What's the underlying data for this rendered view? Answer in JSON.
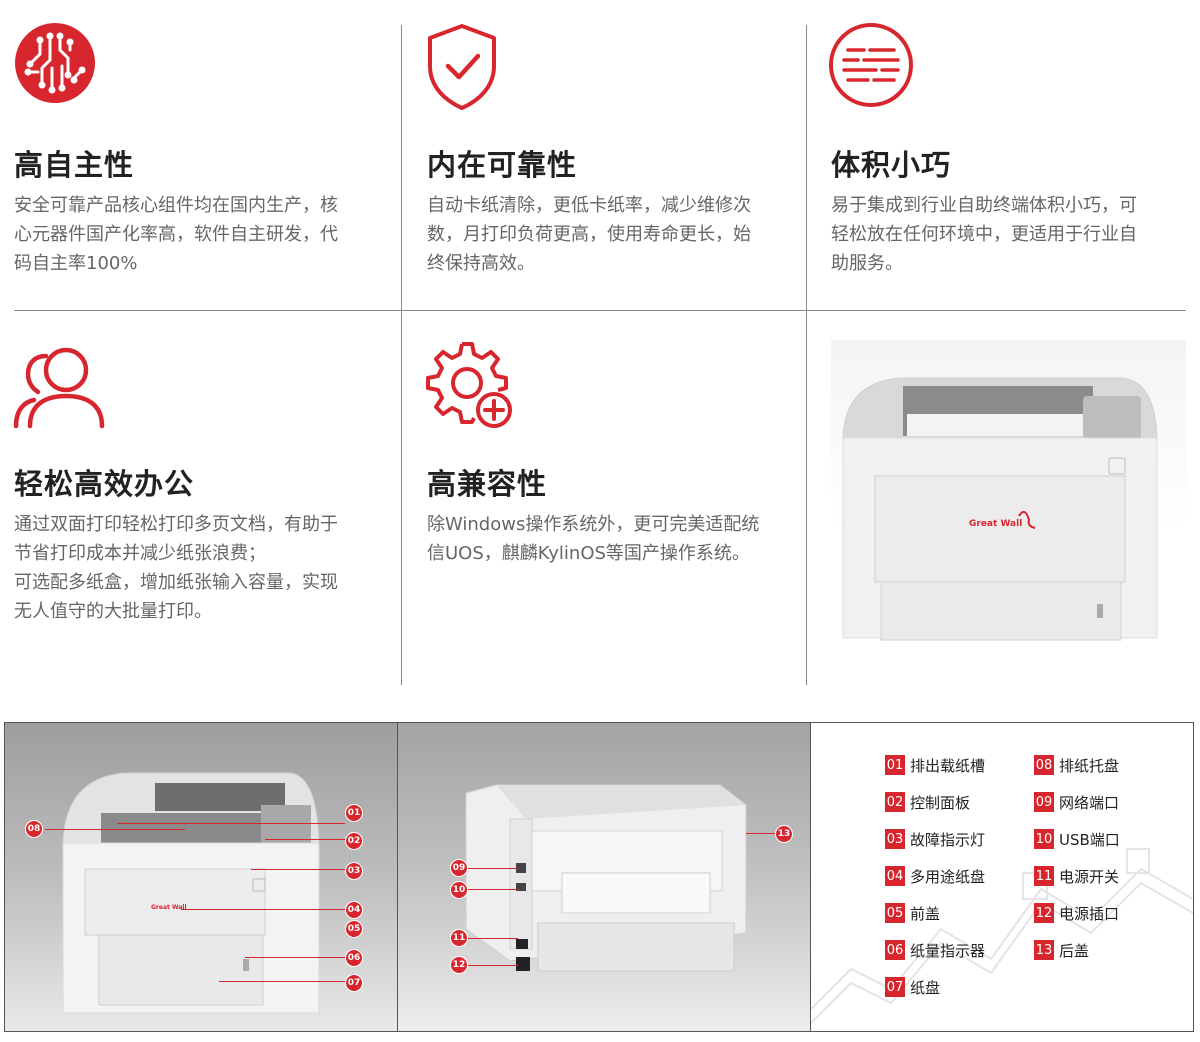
{
  "features": [
    {
      "title": "高自主性",
      "icon": "circuit-icon",
      "lines": [
        "安全可靠产品核心组件均在国内生产，核",
        "心元器件国产化率高，软件自主研发，代",
        "码自主率100%"
      ]
    },
    {
      "title": "内在可靠性",
      "icon": "shield-check-icon",
      "lines": [
        "自动卡纸清除，更低卡纸率，减少维修次",
        "数，月打印负荷更高，使用寿命更长，始",
        "终保持高效。"
      ]
    },
    {
      "title": "体积小巧",
      "icon": "compact-lines-icon",
      "lines": [
        "易于集成到行业自助终端体积小巧，可",
        "轻松放在任何环境中，更适用于行业自",
        "助服务。"
      ]
    },
    {
      "title": "轻松高效办公",
      "icon": "users-icon",
      "lines": [
        "通过双面打印轻松打印多页文档，有助于",
        "节省打印成本并减少纸张浪费；",
        "可选配多纸盒，增加纸张输入容量，实现",
        "无人值守的大批量打印。"
      ]
    },
    {
      "title": "高兼容性",
      "icon": "gear-plus-icon",
      "lines": [
        "除Windows操作系统外，更可完美适配统",
        "信UOS，麒麟KylinOS等国产操作系统。"
      ]
    }
  ],
  "product": {
    "brand": "Great Wall"
  },
  "legend": [
    {
      "num": "01",
      "label": "排出载纸槽"
    },
    {
      "num": "02",
      "label": "控制面板"
    },
    {
      "num": "03",
      "label": "故障指示灯"
    },
    {
      "num": "04",
      "label": "多用途纸盘"
    },
    {
      "num": "05",
      "label": "前盖"
    },
    {
      "num": "06",
      "label": "纸量指示器"
    },
    {
      "num": "07",
      "label": "纸盘"
    },
    {
      "num": "08",
      "label": "排纸托盘"
    },
    {
      "num": "09",
      "label": "网络端口"
    },
    {
      "num": "10",
      "label": "USB端口"
    },
    {
      "num": "11",
      "label": "电源开关"
    },
    {
      "num": "12",
      "label": "电源插口"
    },
    {
      "num": "13",
      "label": "后盖"
    }
  ],
  "callouts_front": [
    "01",
    "02",
    "03",
    "04",
    "05",
    "06",
    "07",
    "08"
  ],
  "callouts_back": [
    "09",
    "10",
    "11",
    "12",
    "13"
  ],
  "accent_color": "#d8262f"
}
